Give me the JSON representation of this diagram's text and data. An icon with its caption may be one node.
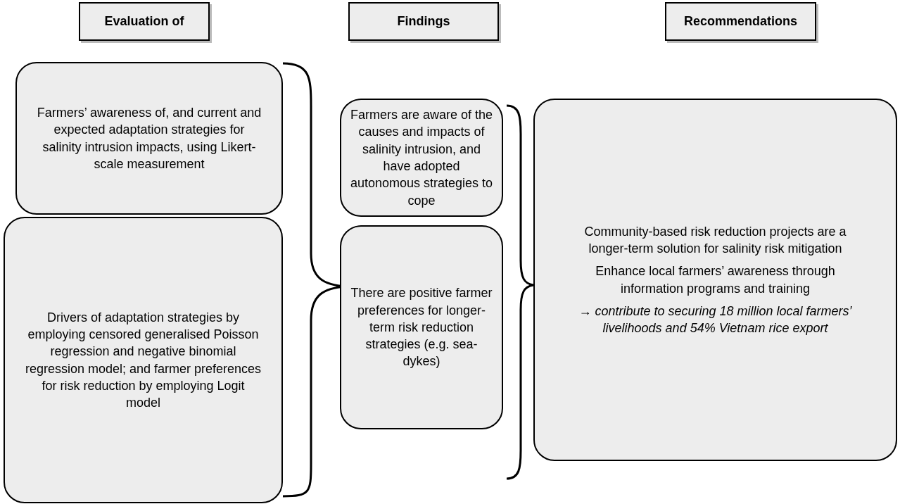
{
  "diagram": {
    "nodes": [
      {
        "text": [
          "Evaluation of"
        ]
      },
      {
        "text": [
          "Findings"
        ]
      },
      {
        "text": [
          "Recommendations"
        ]
      },
      {
        "text": [
          "Farmers’ awareness of, and current and expected adaptation strategies for salinity intrusion impacts, using Likert-scale measurement"
        ]
      },
      {
        "text": [
          "Drivers of adaptation strategies by employing censored generalised Poisson regression and negative binomial regression  model; and farmer preferences for risk reduction by employing Logit model"
        ]
      },
      {
        "text": [
          "Farmers are aware of the causes and impacts of salinity intrusion, and have adopted autonomous strategies to cope"
        ]
      },
      {
        "text": [
          "There are positive farmer preferences for longer-term risk reduction strategies (e.g. sea-dykes)"
        ]
      },
      {
        "text": [
          "Community-based risk reduction projects are a longer-term solution for salinity risk mitigation",
          "Enhance local farmers’ awareness through information programs and training",
          "→ contribute to securing 18 million local farmers’ livelihoods and 54% Vietnam rice export"
        ]
      }
    ]
  }
}
